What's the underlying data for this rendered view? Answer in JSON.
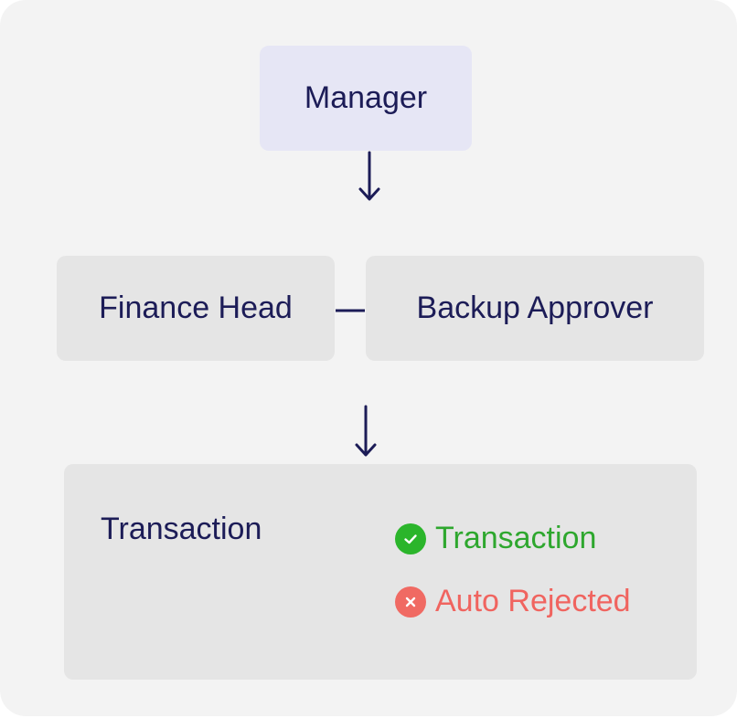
{
  "nodes": {
    "manager": "Manager",
    "finance_head": "Finance Head",
    "backup_approver": "Backup Approver",
    "transaction": "Transaction"
  },
  "outcomes": {
    "approved": "Transaction",
    "rejected": "Auto Rejected"
  },
  "colors": {
    "approved": "#2ea72e",
    "rejected": "#f0645f",
    "text": "#1c1c57",
    "manager_fill": "#e6e6f5",
    "node_fill": "#e5e5e5"
  },
  "icons": {
    "approved": "check-circle-icon",
    "rejected": "x-circle-icon"
  }
}
